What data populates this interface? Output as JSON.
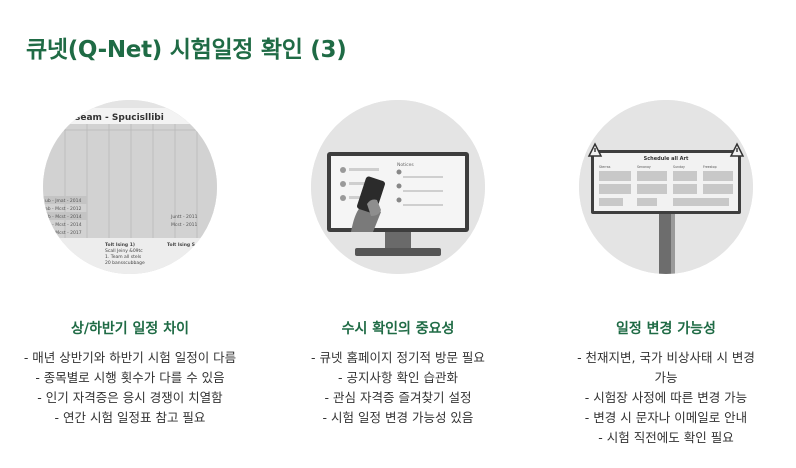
{
  "page": {
    "title": "큐넷(Q-Net) 시험일정 확인 (3)"
  },
  "columns": [
    {
      "heading": "상/하반기 일정 차이",
      "image_icon": "calendar-table-illustration",
      "image_text": {
        "header": "seam - Spucisllibi",
        "rows": [
          "ub - Jmat - 2014",
          "ab - Mcst - 2012",
          "ub - Mcst - 2014",
          "ub - Mcst - 2014",
          "ub - Mcst - 2017"
        ],
        "right_rows": [
          "Juntt - 2011",
          "Mcst - 2011"
        ],
        "footer_left": [
          "Tolt Ising 1)",
          "Scall Jeiny &09tc",
          "1. Team all stels",
          "20 bansscubbage"
        ],
        "footer_right": "Tolt Ising S"
      },
      "bullets": [
        "- 매년 상반기와 하반기 시험 일정이 다름",
        "- 종목별로 시행 횟수가 다를 수 있음",
        "- 인기 자격증은 응시 경쟁이 치열함",
        "- 연간 시험 일정표 참고 필요"
      ]
    },
    {
      "heading": "수시 확인의 중요성",
      "image_icon": "monitor-with-smartphone-illustration",
      "image_text": {
        "panel_label": "Notices"
      },
      "bullets": [
        "- 큐넷 홈페이지 정기적 방문 필요",
        "- 공지사항 확인 습관화",
        "- 관심 자격증 즐겨찾기 설정",
        "- 시험 일정 변경 가능성 있음"
      ]
    },
    {
      "heading": "일정 변경 가능성",
      "image_icon": "schedule-billboard-warning-illustration",
      "image_text": {
        "board_title": "Schedule all Art",
        "col_labels": [
          "Sterras",
          "Senanay",
          "Sunday",
          "Freestop"
        ]
      },
      "bullets": [
        "- 천재지변, 국가 비상사태 시 변경",
        "가능",
        "- 시험장 사정에 따른 변경 가능",
        "- 변경 시 문자나 이메일로 안내",
        "- 시험 직전에도 확인 필요"
      ]
    }
  ]
}
